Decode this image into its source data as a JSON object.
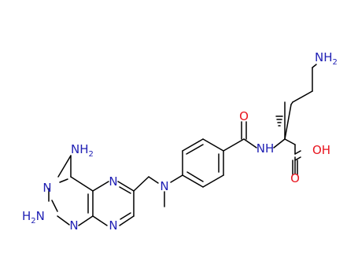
{
  "molecule": {
    "atoms": {
      "n_ring1": "N",
      "n_ring2": "N",
      "n_ring3": "N",
      "n_ring4": "N",
      "n_amine_top": "NH",
      "n_amine_top_sub": "2",
      "n_amine_left": "H",
      "n_amine_left_sub": "2",
      "n_amine_left_tail": "N",
      "n_methyl": "N",
      "o_amide": "O",
      "n_amide": "NH",
      "o_acid": "O",
      "oh_acid": "OH",
      "n_lys": "NH",
      "n_lys_sub": "2"
    },
    "colors": {
      "bond": "#000000",
      "nitrogen": "#1f1fb4",
      "oxygen": "#e8141e"
    }
  }
}
